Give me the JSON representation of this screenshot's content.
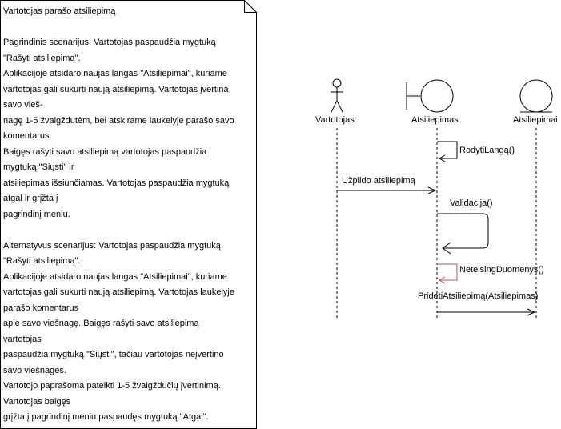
{
  "note": {
    "title": "Vartotojas parašo atsiliepimą",
    "lines": [
      "Vartotojas parašo atsiliepimą",
      "",
      "Pagrindinis scenarijus: Vartotojas paspaudžia mygtuką",
      "\"Rašyti atsiliepimą\".",
      "Aplikacijoje atsidaro naujas langas \"Atsiliepimai\", kuriame",
      "vartotojas gali sukurti naują atsiliepimą. Vartotojas įvertina",
      "savo vieš-",
      "nagę 1-5 žvaigždutėm, bei atskirame laukelyje parašo savo",
      "komentarus.",
      "Baigęs rašyti savo atsiliepimą vartotojas paspaudžia",
      "mygtuką \"Siųsti\" ir",
      "atsiliepimas išsiunčiamas. Vartotojas paspaudžia mygtuką",
      "atgal ir grįžta į",
      "pagrindinį meniu.",
      "",
      "Alternatyvus scenarijus: Vartotojas paspaudžia mygtuką",
      "\"Rašyti atsiliepimą\".",
      "Aplikacijoje atsidaro naujas langas \"Atsiliepimai\", kuriame",
      "vartotojas gali sukurti naują atsiliepimą. Vartotojas laukelyje",
      "parašo komentarus",
      "apie savo viešnagę. Baigęs rašyti savo atsiliepimą",
      "vartotojas",
      "paspaudžia mygtuką \"Siųsti\", tačiau vartotojas neįvertino",
      "savo viešnagės.",
      "Vartotojo paprašoma pateikti 1-5 žvaigždučių įvertinimą.",
      "Vartotojas baigęs",
      "grįžta į pagrindinį meniu paspaudęs mygtuką \"Atgal\"."
    ]
  },
  "participants": {
    "actor": "Vartotojas",
    "boundary": "Atsiliepimas",
    "entity": "Atsiliepimai"
  },
  "messages": {
    "m1": "RodytiLangą()",
    "m2": "Užpildo atsiliepimą",
    "m3": "Validacija()",
    "m4": "NeteisingDuomenys()",
    "m5": "PridetiAtsiliepimą(Atsiliepimas)"
  },
  "colors": {
    "line": "#000000",
    "error_arrow": "#b85450"
  }
}
